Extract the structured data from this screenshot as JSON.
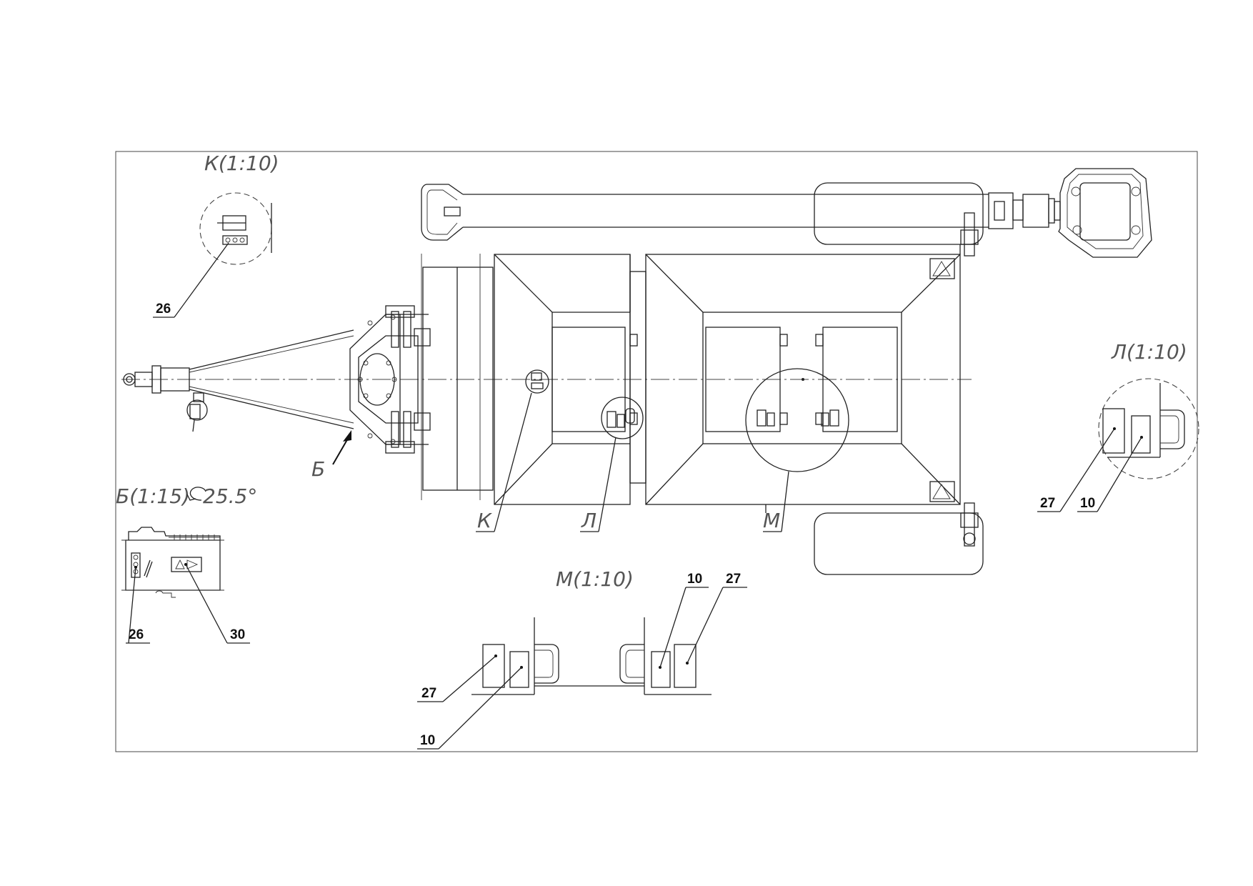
{
  "views": {
    "k_title": "К(1:10)",
    "l_title": "Л(1:10)",
    "m_title": "М(1:10)",
    "b_title": "Б(1:15)",
    "b_rotation": "25.5°",
    "arrow_label": "Б",
    "callout_k": "К",
    "callout_l": "Л",
    "callout_m": "М"
  },
  "positions": {
    "k_26": "26",
    "b_26": "26",
    "b_30": "30",
    "l_27": "27",
    "l_10": "10",
    "m_left_27": "27",
    "m_left_10": "10",
    "m_right_10": "10",
    "m_right_27": "27"
  }
}
